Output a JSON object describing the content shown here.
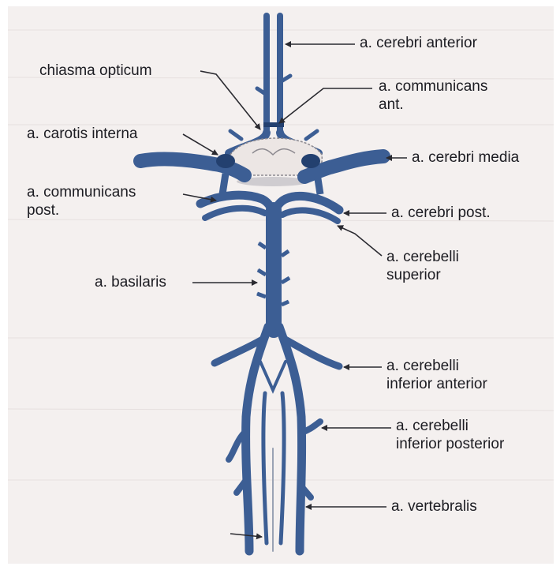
{
  "labels": {
    "cerebri_anterior": "a. cerebri anterior",
    "chiasma_opticum": "chiasma opticum",
    "communicans_ant": "a. communicans\nant.",
    "carotis_interna": "a. carotis interna",
    "cerebri_media": "a. cerebri media",
    "communicans_post": "a. communicans\npost.",
    "cerebri_post": "a. cerebri post.",
    "cerebelli_superior": "a. cerebelli\nsuperior",
    "basilaris": "a. basilaris",
    "cerebelli_inferior_anterior": "a. cerebelli\ninferior anterior",
    "cerebelli_inferior_posterior": "a. cerebelli\ninferior posterior",
    "vertebralis": "a. vertebralis"
  },
  "colors": {
    "background_paper": "#f4f0ef",
    "vessel": "#3c5e94",
    "vessel_dark": "#23406f",
    "leader_line": "#2a2a30",
    "label_text": "#1c1c22"
  }
}
